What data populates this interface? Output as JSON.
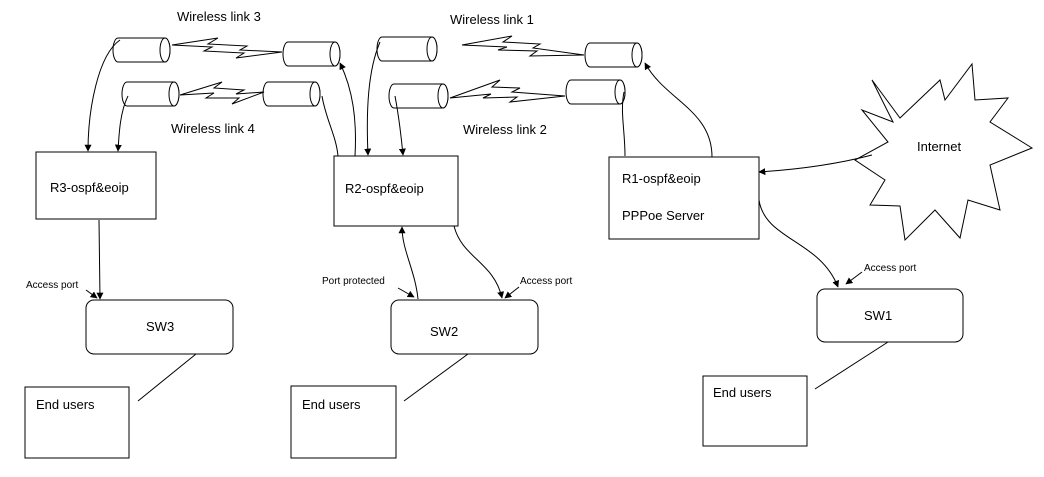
{
  "links": {
    "wireless1": "Wireless link 1",
    "wireless2": "Wireless link 2",
    "wireless3": "Wireless link 3",
    "wireless4": "Wireless link 4"
  },
  "routers": {
    "r1_line1": "R1-ospf&eoip",
    "r1_line2": "PPPoe Server",
    "r2": "R2-ospf&eoip",
    "r3": "R3-ospf&eoip"
  },
  "switches": {
    "sw1": "SW1",
    "sw2": "SW2",
    "sw3": "SW3"
  },
  "ports": {
    "access_sw1": "Access port",
    "access_sw2": "Access port",
    "protected_sw2": "Port protected",
    "access_sw3": "Access port"
  },
  "cloud": {
    "label": "Internet"
  },
  "end_users": {
    "left": "End users",
    "middle": "End users",
    "right": "End users"
  }
}
